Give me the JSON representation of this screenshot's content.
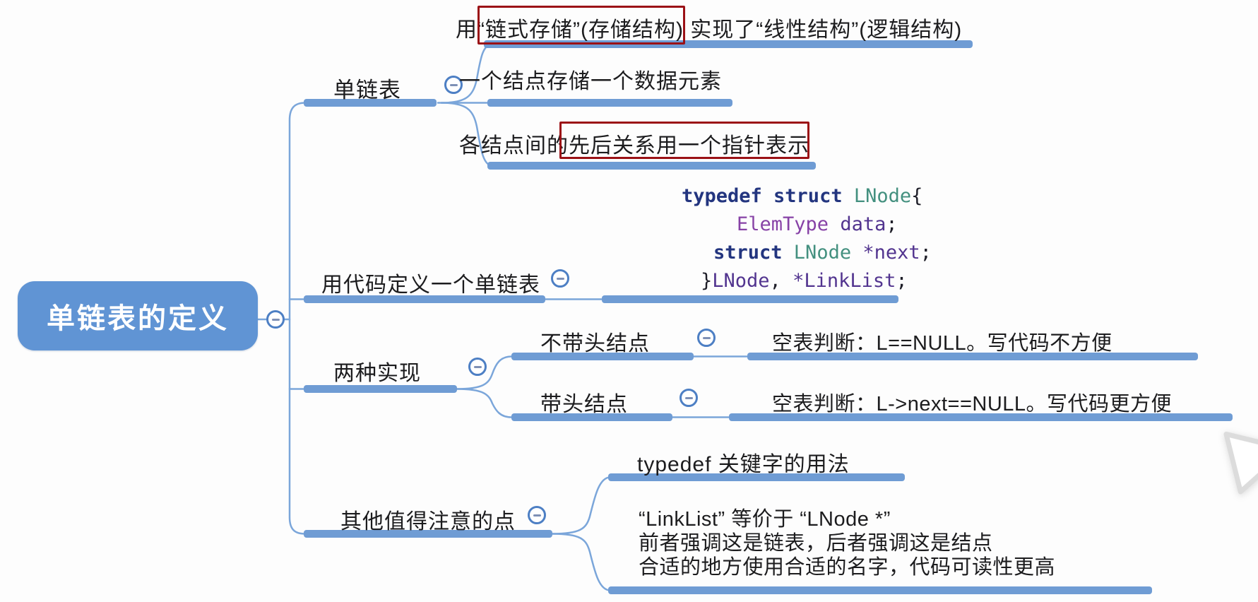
{
  "colors": {
    "accent_blue": "#6f9cd4",
    "line_blue": "#7ba6da",
    "root_bg": "#6094d4",
    "root_text": "#ffffff",
    "text": "#1c1c1e",
    "highlight_red": "#9b1116",
    "code_kw": "#23357f",
    "code_type": "#43907f",
    "code_member": "#8742a6",
    "code_var": "#52348f",
    "code_plain": "#1e1e28"
  },
  "root": {
    "label": "单链表的定义"
  },
  "branch_danlianbiao": {
    "label": "单链表",
    "row_storage": {
      "text": "用“链式存储”(存储结构) 实现了“线性结构”(逻辑结构)",
      "highlighted_part": "链式存储”(存储结构"
    },
    "row_node": {
      "text": "一个结点存储一个数据元素"
    },
    "row_pointer": {
      "text": "各结点间的先后关系用一个指针表示",
      "highlighted_part": "先后关系用一个指针表示"
    }
  },
  "branch_code": {
    "label": "用代码定义一个单链表",
    "code_lines": [
      {
        "tokens": [
          {
            "t": "typedef struct ",
            "c": "kw"
          },
          {
            "t": "LNode",
            "c": "ty"
          },
          {
            "t": "{",
            "c": "pl"
          }
        ]
      },
      {
        "tokens": [
          {
            "t": "ElemType ",
            "c": "me"
          },
          {
            "t": "data",
            "c": "var"
          },
          {
            "t": ";",
            "c": "pl"
          }
        ]
      },
      {
        "tokens": [
          {
            "t": "struct",
            "c": "kw"
          },
          {
            "t": " LNode ",
            "c": "ty"
          },
          {
            "t": "*next",
            "c": "var"
          },
          {
            "t": ";",
            "c": "pl"
          }
        ]
      },
      {
        "tokens": [
          {
            "t": "}",
            "c": "pl"
          },
          {
            "t": "LNode",
            "c": "var"
          },
          {
            "t": ", ",
            "c": "pl"
          },
          {
            "t": "*LinkList",
            "c": "var"
          },
          {
            "t": ";",
            "c": "pl"
          }
        ]
      }
    ]
  },
  "branch_impl": {
    "label": "两种实现",
    "no_head": {
      "label": "不带头结点",
      "desc": "空表判断：L==NULL。写代码不方便"
    },
    "with_head": {
      "label": "带头结点",
      "desc": "空表判断：L->next==NULL。写代码更方便"
    }
  },
  "branch_notes": {
    "label": "其他值得注意的点",
    "typedef_note": {
      "text": "typedef 关键字的用法"
    },
    "naming_note": {
      "lines": [
        "“LinkList” 等价于 “LNode *”",
        "前者强调这是链表，后者强调这是结点",
        "合适的地方使用合适的名字，代码可读性更高"
      ]
    }
  }
}
